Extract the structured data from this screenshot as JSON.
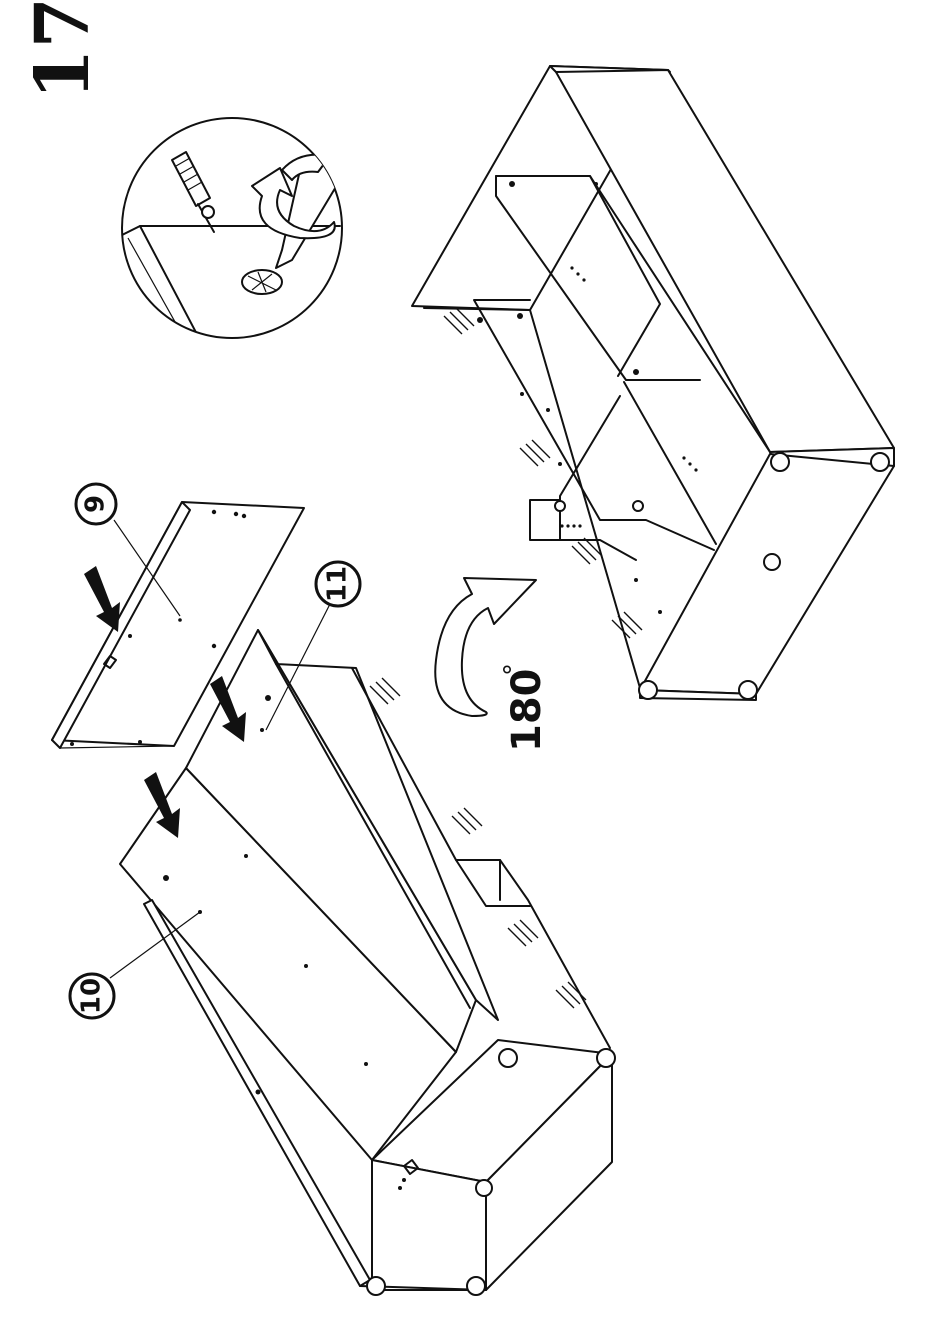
{
  "step": {
    "number": "17"
  },
  "rotation": {
    "angle": "180",
    "unit": "°"
  },
  "parts": [
    {
      "id": "p9",
      "label": "9"
    },
    {
      "id": "p10",
      "label": "10"
    },
    {
      "id": "p11",
      "label": "11"
    }
  ],
  "icons": [
    "screwdriver-icon",
    "rotate-arrow-icon",
    "push-arrow-icon",
    "screw-head-icon"
  ]
}
